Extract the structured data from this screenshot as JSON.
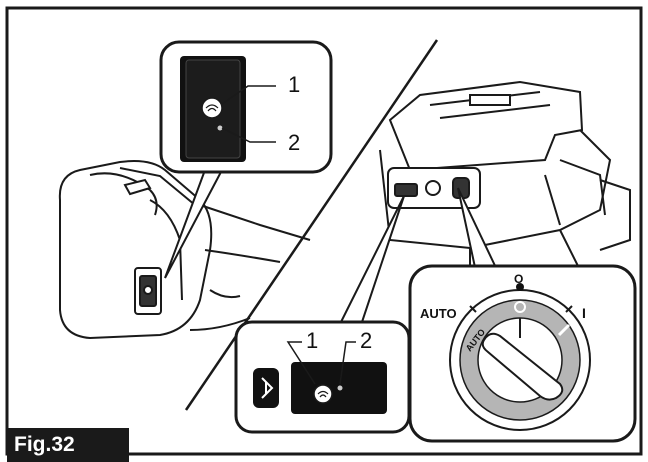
{
  "figure": {
    "label": "Fig.32"
  },
  "callouts": {
    "upper_left": {
      "one": "1",
      "two": "2"
    },
    "lower_middle": {
      "one": "1",
      "two": "2"
    }
  },
  "dial": {
    "label_auto": "AUTO",
    "label_on": "I",
    "label_off": "O",
    "ring_text": "AUTO"
  },
  "colors": {
    "line": "#1a1a1a",
    "panel": "#111111",
    "dial_ring": "#b5b5b5",
    "background": "#ffffff"
  },
  "icons": [
    "bluetooth-icon",
    "wireless-icon",
    "power-icon",
    "mode-dial-icon"
  ]
}
